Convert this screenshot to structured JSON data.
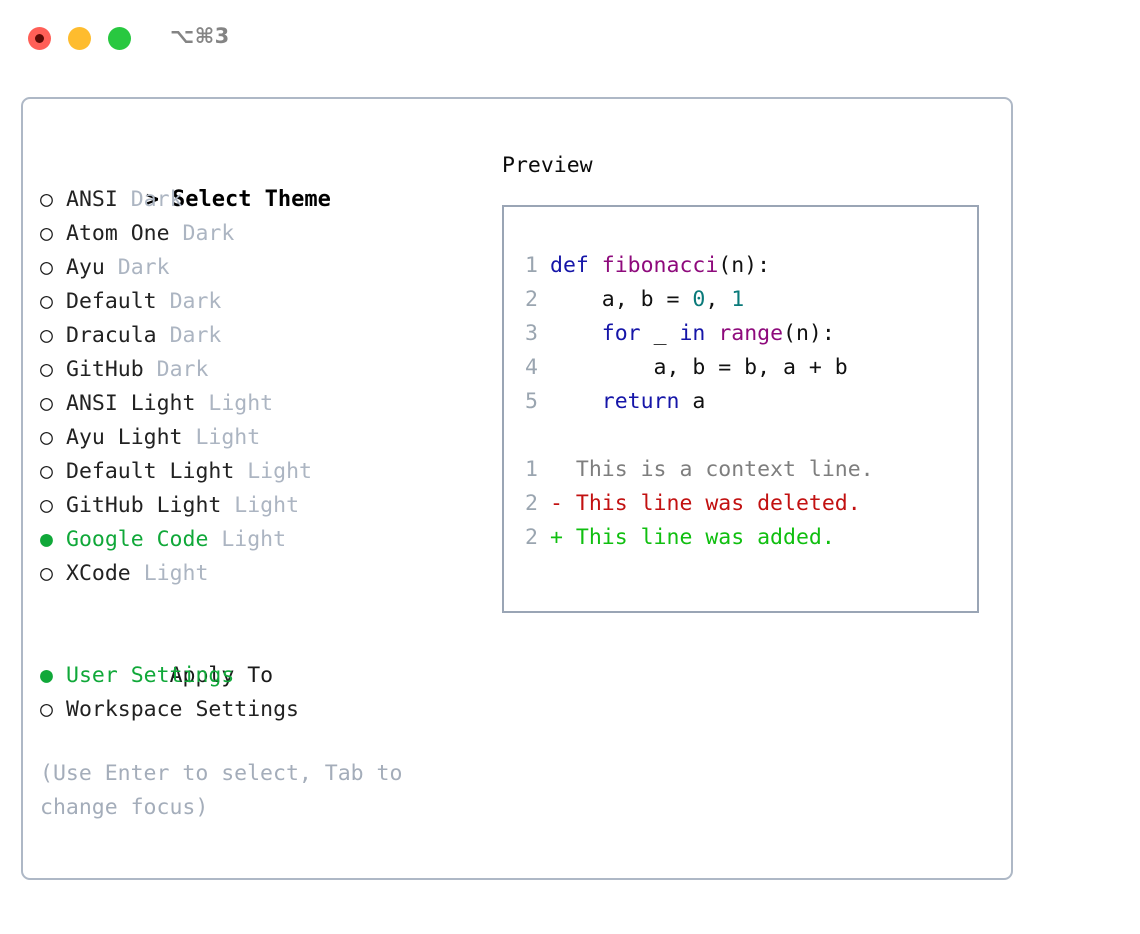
{
  "window": {
    "shortcut_label": "⌥⌘3",
    "traffic_lights": [
      {
        "name": "close",
        "color": "#ff5f57"
      },
      {
        "name": "minimize",
        "color": "#febc2e"
      },
      {
        "name": "maximize",
        "color": "#28c840"
      }
    ]
  },
  "theme_picker": {
    "header": {
      "marker": ">",
      "label": "Select Theme"
    },
    "selected_theme": "Google Code",
    "markers": {
      "unselected": "○",
      "selected": "●"
    },
    "items": [
      {
        "marker": "○",
        "name": "ANSI",
        "tag": "Dark",
        "selected": false
      },
      {
        "marker": "○",
        "name": "Atom One",
        "tag": "Dark",
        "selected": false
      },
      {
        "marker": "○",
        "name": "Ayu",
        "tag": "Dark",
        "selected": false
      },
      {
        "marker": "○",
        "name": "Default",
        "tag": "Dark",
        "selected": false
      },
      {
        "marker": "○",
        "name": "Dracula",
        "tag": "Dark",
        "selected": false
      },
      {
        "marker": "○",
        "name": "GitHub",
        "tag": "Dark",
        "selected": false
      },
      {
        "marker": "○",
        "name": "ANSI Light",
        "tag": "Light",
        "selected": false
      },
      {
        "marker": "○",
        "name": "Ayu Light",
        "tag": "Light",
        "selected": false
      },
      {
        "marker": "○",
        "name": "Default Light",
        "tag": "Light",
        "selected": false
      },
      {
        "marker": "○",
        "name": "GitHub Light",
        "tag": "Light",
        "selected": false
      },
      {
        "marker": "●",
        "name": "Google Code",
        "tag": "Light",
        "selected": true
      },
      {
        "marker": "○",
        "name": "XCode",
        "tag": "Light",
        "selected": false
      }
    ]
  },
  "apply_to": {
    "header": "Apply To",
    "selected_option": "User Settings",
    "options": [
      {
        "marker": "●",
        "label": "User Settings",
        "selected": true
      },
      {
        "marker": "○",
        "label": "Workspace Settings",
        "selected": false
      }
    ]
  },
  "hint": "(Use Enter to select, Tab to change focus)",
  "preview": {
    "title": "Preview",
    "code_lines": [
      {
        "line_no": "1",
        "tokens": [
          {
            "text": "def ",
            "kind": "kw"
          },
          {
            "text": "fibonacci",
            "kind": "fn"
          },
          {
            "text": "(n):",
            "kind": "pl"
          }
        ]
      },
      {
        "line_no": "2",
        "tokens": [
          {
            "text": "    a, b = ",
            "kind": "pl"
          },
          {
            "text": "0",
            "kind": "num"
          },
          {
            "text": ", ",
            "kind": "pl"
          },
          {
            "text": "1",
            "kind": "num"
          }
        ]
      },
      {
        "line_no": "3",
        "tokens": [
          {
            "text": "    ",
            "kind": "pl"
          },
          {
            "text": "for",
            "kind": "kw"
          },
          {
            "text": " _ ",
            "kind": "pl"
          },
          {
            "text": "in",
            "kind": "kw"
          },
          {
            "text": " ",
            "kind": "pl"
          },
          {
            "text": "range",
            "kind": "fn"
          },
          {
            "text": "(n):",
            "kind": "pl"
          }
        ]
      },
      {
        "line_no": "4",
        "tokens": [
          {
            "text": "        a, b = b, a + b",
            "kind": "pl"
          }
        ]
      },
      {
        "line_no": "5",
        "tokens": [
          {
            "text": "    ",
            "kind": "pl"
          },
          {
            "text": "return",
            "kind": "kw"
          },
          {
            "text": " a",
            "kind": "pl"
          }
        ]
      }
    ],
    "diff_lines": [
      {
        "line_no": "1",
        "sign": " ",
        "text": "  This is a context line.",
        "kind": "ctx"
      },
      {
        "line_no": "2",
        "sign": "-",
        "text": "- This line was deleted.",
        "kind": "del"
      },
      {
        "line_no": "2",
        "sign": "+",
        "text": "+ This line was added.",
        "kind": "add"
      }
    ]
  },
  "colors": {
    "accent_green": "#10a839",
    "tag_gray": "#acb5c2",
    "border": "#aeb8c6",
    "preview_border": "#9aa5b5",
    "keyword": "#1515a8",
    "function": "#8e0a7c",
    "number": "#0a7a7a",
    "diff_deleted": "#c21111",
    "diff_added": "#10bf10",
    "context": "#7e7e7e",
    "line_number": "#9aa5b0"
  }
}
